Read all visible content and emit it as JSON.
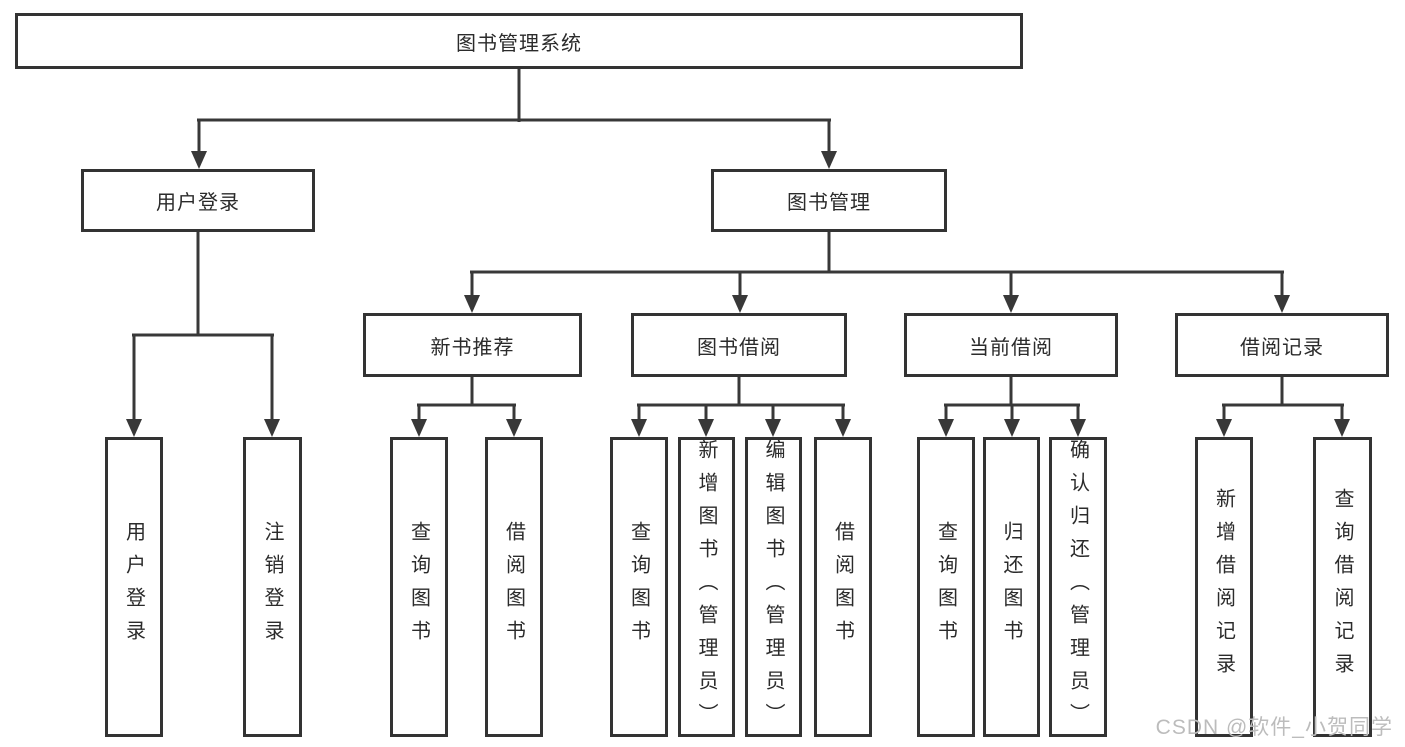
{
  "colors": {
    "line": "#383838",
    "border": "#333333",
    "text": "#2b2b2b",
    "background": "#ffffff",
    "watermark": "#bcbcbc"
  },
  "nodes": {
    "root": {
      "label": "图书管理系统"
    },
    "user_login": {
      "label": "用户登录"
    },
    "book_management": {
      "label": "图书管理"
    },
    "user_login_action": {
      "label": "用户登录"
    },
    "logout_action": {
      "label": "注销登录"
    },
    "new_book_recommend": {
      "label": "新书推荐"
    },
    "book_borrow": {
      "label": "图书借阅"
    },
    "current_borrow": {
      "label": "当前借阅"
    },
    "borrow_records": {
      "label": "借阅记录"
    },
    "nbr_query_books": {
      "label": "查询图书"
    },
    "nbr_borrow_books": {
      "label": "借阅图书"
    },
    "bb_query_books": {
      "label": "查询图书"
    },
    "bb_add_books": {
      "label": "新增图书（管理员）"
    },
    "bb_edit_books": {
      "label": "编辑图书（管理员）"
    },
    "bb_borrow_books": {
      "label": "借阅图书"
    },
    "cb_query_books": {
      "label": "查询图书"
    },
    "cb_return_books": {
      "label": "归还图书"
    },
    "cb_confirm_return": {
      "label": "确认归还（管理员）"
    },
    "br_add_record": {
      "label": "新增借阅记录"
    },
    "br_query_record": {
      "label": "查询借阅记录"
    }
  },
  "hierarchy": [
    {
      "parent": "图书管理系统",
      "children": [
        "用户登录",
        "图书管理"
      ]
    },
    {
      "parent": "用户登录",
      "children": [
        "用户登录",
        "注销登录"
      ]
    },
    {
      "parent": "图书管理",
      "children": [
        "新书推荐",
        "图书借阅",
        "当前借阅",
        "借阅记录"
      ]
    },
    {
      "parent": "新书推荐",
      "children": [
        "查询图书",
        "借阅图书"
      ]
    },
    {
      "parent": "图书借阅",
      "children": [
        "查询图书",
        "新增图书（管理员）",
        "编辑图书（管理员）",
        "借阅图书"
      ]
    },
    {
      "parent": "当前借阅",
      "children": [
        "查询图书",
        "归还图书",
        "确认归还（管理员）"
      ]
    },
    {
      "parent": "借阅记录",
      "children": [
        "新增借阅记录",
        "查询借阅记录"
      ]
    }
  ],
  "watermark": {
    "text": "CSDN @软件_小贺同学"
  }
}
